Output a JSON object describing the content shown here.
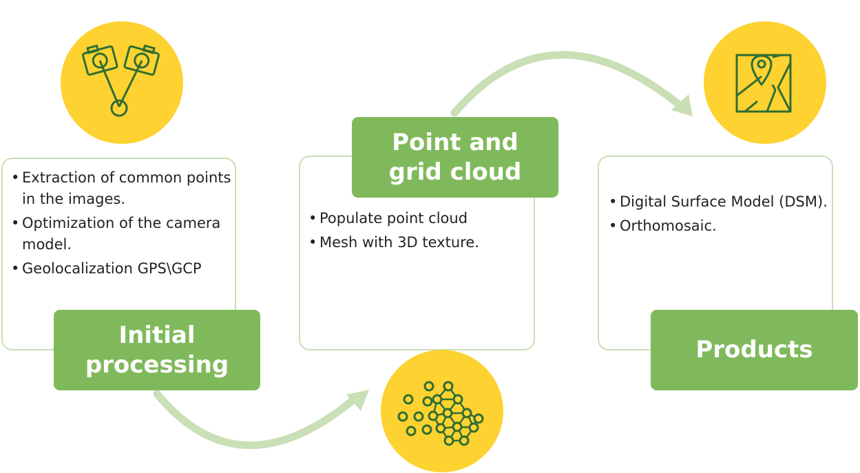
{
  "colors": {
    "label_green": "#80b95b",
    "card_border": "#c9dfb6",
    "arrow_green": "#c9dfb6",
    "circle_yellow": "#fdd231",
    "icon_green": "#2f6d33"
  },
  "stages": [
    {
      "title": "Initial processing",
      "icon": "camera-triangulation-icon",
      "bullets": [
        "Extraction of common points in the images.",
        "Optimization of the camera model.",
        "Geolocalization GPS\\GCP"
      ]
    },
    {
      "title": "Point and grid cloud",
      "icon": "point-mesh-icon",
      "bullets": [
        "Populate point cloud",
        "Mesh with 3D texture."
      ]
    },
    {
      "title": "Products",
      "icon": "map-pin-icon",
      "bullets": [
        "Digital Surface Model (DSM).",
        "Orthomosaic."
      ]
    }
  ]
}
